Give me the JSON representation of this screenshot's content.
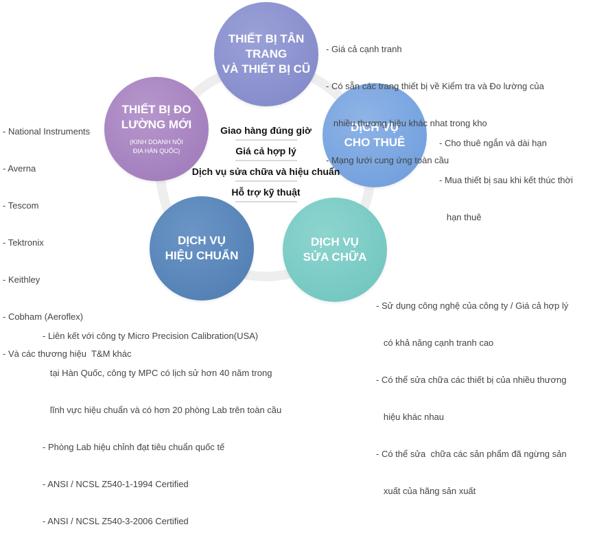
{
  "circles": {
    "top": {
      "title": "THIẾT BỊ TÂN\nTRANG\nVÀ THIẾT BỊ CŨ",
      "color": "#8a90cc"
    },
    "left": {
      "title": "THIẾT BỊ ĐO\nLƯỜNG MỚI",
      "subtitle": "(KINH DOANH NỘI\nĐỊA HÀN QUỐC)",
      "color": "#a888c0"
    },
    "right": {
      "title": "DỊCH VỤ\nCHO THUÊ",
      "color": "#7aa6e0"
    },
    "bottom_left": {
      "title": "DỊCH VỤ\nHIỆU CHUẨN",
      "color": "#5a86ba"
    },
    "bottom_right": {
      "title": "DỊCH VỤ\nSỬA CHỮA",
      "color": "#7cccc6"
    }
  },
  "center_items": [
    "Giao hàng đúng giờ",
    "Giá cả hợp lý",
    "Dịch vụ sửa chữa và hiệu chuẩn",
    "Hỗ trợ kỹ thuật"
  ],
  "notes": {
    "top": [
      "- Giá cả cạnh tranh",
      "- Có sẵn các trang thiết bị về Kiểm tra và Đo lường của",
      "   nhiều thương hiệu khác nhat trong kho",
      "- Mạng lưới cung ứng toàn cầu"
    ],
    "left": [
      "- National Instruments",
      "- Averna",
      "- Tescom",
      "- Tektronix",
      "- Keithley",
      "- Cobham (Aeroflex)",
      "- Và các thương hiệu  T&M khác"
    ],
    "right": [
      "- Cho thuê ngắn và dài hạn",
      "- Mua thiết bị sau khi kết thúc thời",
      "   hạn thuê"
    ],
    "bottom_left": [
      "- Liên kết với công ty Micro Precision Calibration(USA)",
      "   tại Hàn Quốc, công ty MPC có lịch sử hơn 40 năm trong",
      "   lĩnh vực hiệu chuẩn và có hơn 20 phòng Lab trên toàn cầu",
      "- Phòng Lab hiệu chỉnh đạt tiêu chuẩn quốc tế",
      "- ANSI / NCSL Z540-1-1994 Certified",
      "- ANSI / NCSL Z540-3-2006 Certified"
    ],
    "bottom_right": [
      "- Sử dụng công nghệ của công ty / Giá cả hợp lý",
      "   có khả năng cạnh tranh cao",
      "- Có thể sửa chữa các thiết bị của nhiều thương",
      "   hiệu khác nhau",
      "- Có thể sửa  chữa các sản phẩm đã ngừng sản",
      "   xuất của hãng sản xuất"
    ]
  }
}
